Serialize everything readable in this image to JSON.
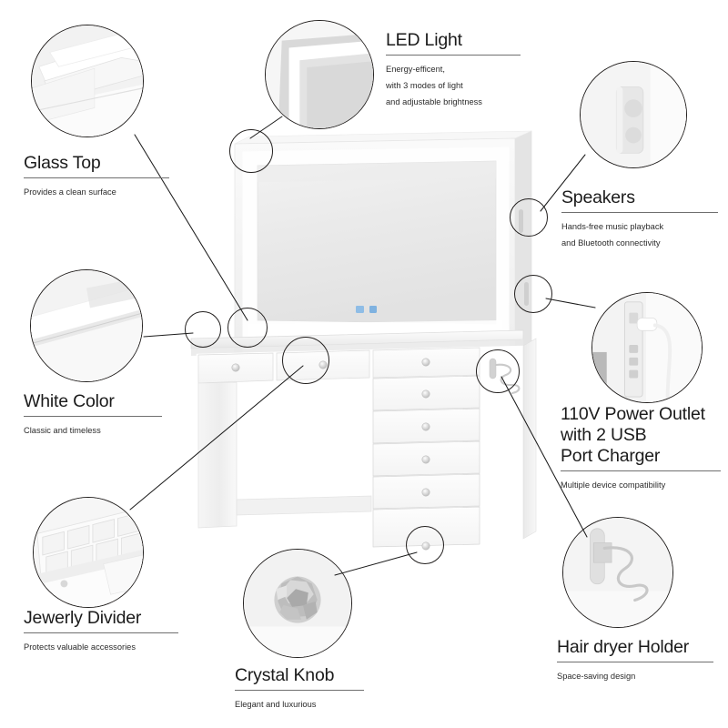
{
  "page": {
    "type": "product-feature-infographic",
    "product": "LED lighted makeup vanity desk with mirror",
    "background_color": "#ffffff",
    "text_color": "#1b1b1b",
    "rule_color": "#6f6f6f",
    "circle_stroke_color": "#23201f",
    "leader_line_color": "#1c1c1c"
  },
  "callouts": [
    {
      "id": "glass-top",
      "title": "Glass Top",
      "lines": [
        "Provides a clean surface"
      ],
      "thumb_icon": "glass-top-thumbnail"
    },
    {
      "id": "led-light",
      "title": "LED Light",
      "lines": [
        "Energy-efficent,",
        "with 3 modes of light",
        "and adjustable brightness"
      ],
      "thumb_icon": "led-light-thumbnail"
    },
    {
      "id": "speakers",
      "title": "Speakers",
      "lines": [
        "Hands-free music playback",
        "and Bluetooth connectivity"
      ],
      "thumb_icon": "speaker-thumbnail"
    },
    {
      "id": "white-color",
      "title": "White Color",
      "lines": [
        "Classic and timeless"
      ],
      "thumb_icon": "white-finish-thumbnail"
    },
    {
      "id": "power-outlet",
      "title": "110V Power Outlet\nwith 2 USB\nPort Charger",
      "lines": [
        "Multiple device compatibility"
      ],
      "thumb_icon": "power-outlet-thumbnail"
    },
    {
      "id": "jewerly-divider",
      "title": "Jewerly Divider",
      "lines": [
        "Protects valuable accessories"
      ],
      "thumb_icon": "jewelry-divider-thumbnail"
    },
    {
      "id": "crystal-knob",
      "title": "Crystal Knob",
      "lines": [
        "Elegant and luxurious"
      ],
      "thumb_icon": "crystal-knob-thumbnail"
    },
    {
      "id": "hair-dryer-holder",
      "title": "Hair dryer Holder",
      "lines": [
        "Space-saving design"
      ],
      "thumb_icon": "hair-dryer-holder-thumbnail"
    }
  ],
  "product_image": {
    "name": "vanity-desk-illustration",
    "parts": [
      "led-mirror-panel",
      "mirror-touch-controls",
      "glass-desktop",
      "top-drawer-left",
      "top-drawer-center",
      "top-drawer-right",
      "right-drawer-stack",
      "left-side-panel",
      "bottom-stretcher",
      "speaker-bar-upper",
      "speaker-bar-lower",
      "hair-dryer-holder-bracket"
    ],
    "drawer_counts": {
      "top_row": 3,
      "right_column": 5
    },
    "knob_count": 8,
    "touch_control_count": 2,
    "touch_control_color": "#7fb2e0"
  }
}
